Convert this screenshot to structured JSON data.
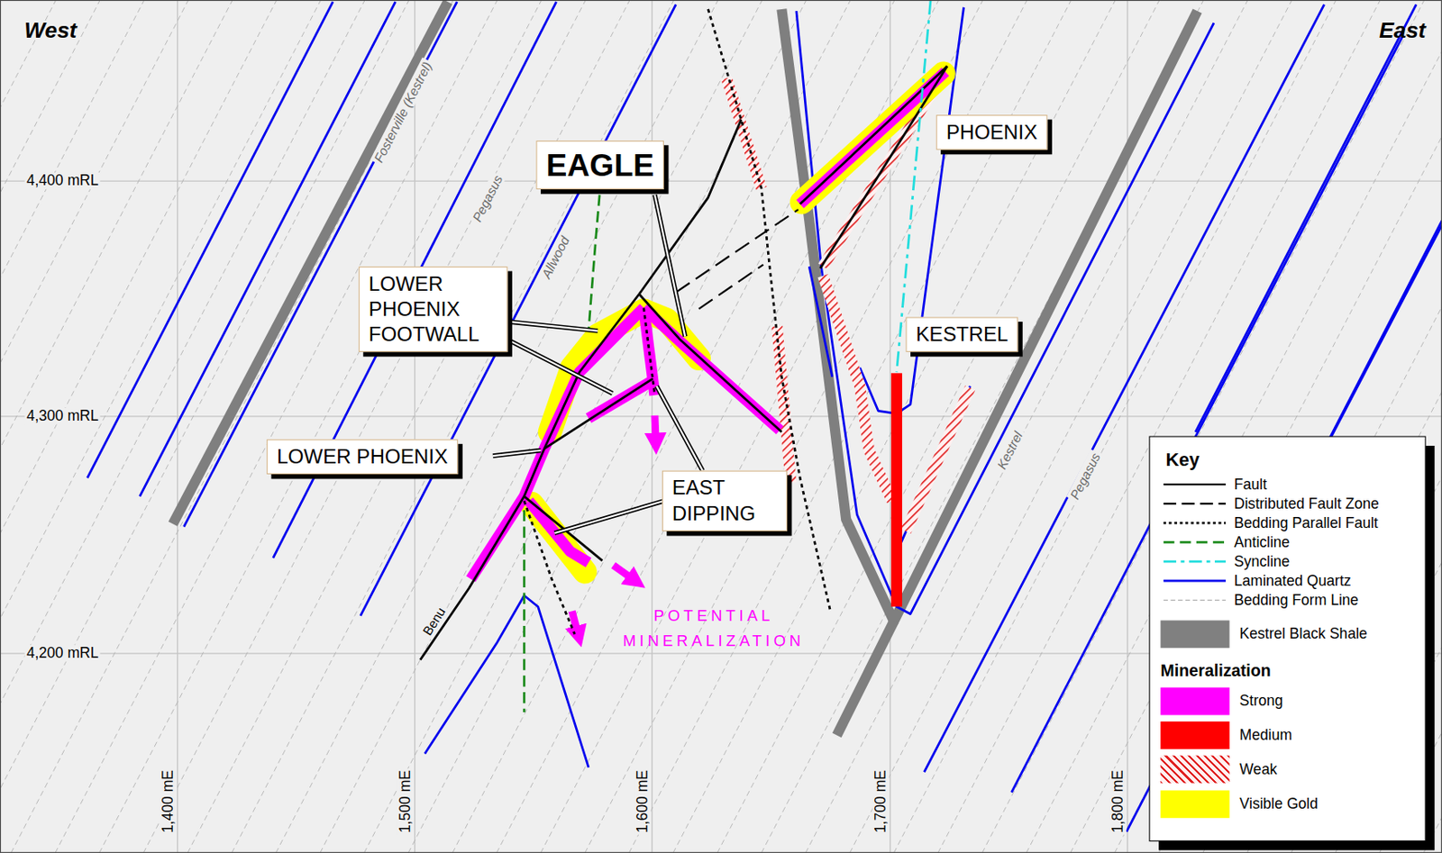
{
  "diagram": {
    "nodes": [
      {
        "text": [
          "EAGLE"
        ]
      },
      {
        "text": [
          "LOWER PHOENIX FOOTWALL"
        ]
      },
      {
        "text": [
          "LOWER PHOENIX"
        ]
      },
      {
        "text": [
          "EAST DIPPING"
        ]
      },
      {
        "text": [
          "PHOENIX"
        ]
      },
      {
        "text": [
          "KESTREL"
        ]
      }
    ],
    "labels": [
      "West",
      "East",
      "4,400 mRL",
      "4,300 mRL",
      "4,200 mRL",
      "1,400 mE",
      "1,500 mE",
      "1,600 mE",
      "1,700 mE",
      "1,800 mE",
      "Fosterville (Kestrel)",
      "Pegasus",
      "Allwood",
      "Benu",
      "Kestrel",
      "Pegasus",
      "POTENTIAL MINERALIZATION",
      "Key",
      "Mineralization"
    ],
    "legend": [
      {
        "text": "Fault"
      },
      {
        "text": "Distributed Fault Zone"
      },
      {
        "text": "Bedding Parallel Fault"
      },
      {
        "text": "Anticline"
      },
      {
        "text": "Syncline"
      },
      {
        "text": "Laminated Quartz"
      },
      {
        "text": "Bedding Form Line"
      },
      {
        "text": "Kestrel Black Shale",
        "color": "#808080"
      },
      {
        "text": "Strong",
        "color": "#ff00ff"
      },
      {
        "text": "Medium",
        "color": "#ff0000"
      },
      {
        "text": "Weak"
      },
      {
        "text": "Visible Gold",
        "color": "#ffff00"
      }
    ]
  }
}
